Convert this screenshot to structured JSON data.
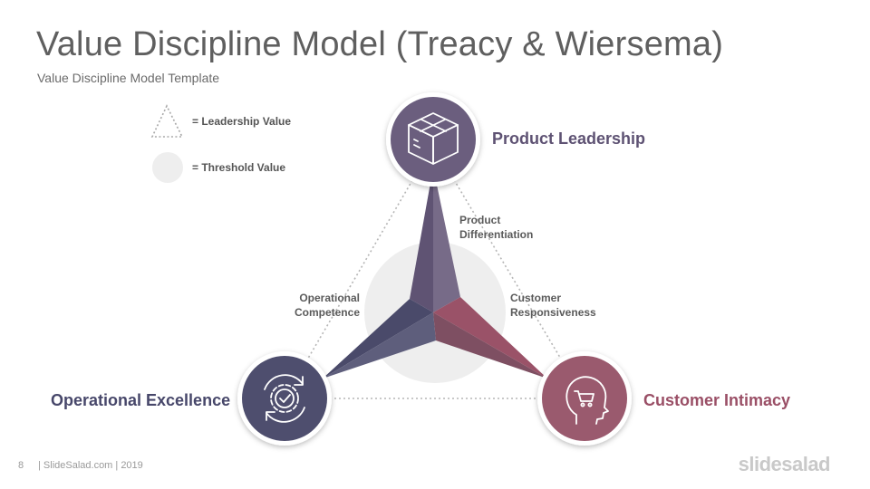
{
  "slide": {
    "title": "Value Discipline Model (Treacy & Wiersema)",
    "subtitle": "Value Discipline Model Template",
    "page_number": "8",
    "footer": "| SlideSalad.com | 2019",
    "logo": "slidesalad"
  },
  "legend": [
    {
      "shape": "dotted-triangle",
      "label": "= Leadership Value"
    },
    {
      "shape": "grey-circle",
      "label": "= Threshold  Value"
    }
  ],
  "nodes": {
    "product_leadership": {
      "label": "Product Leadership",
      "icon": "box-icon",
      "color": "#6b5e7e"
    },
    "operational_excellence": {
      "label": "Operational Excellence",
      "icon": "gear-check-icon",
      "color": "#4e4e6e"
    },
    "customer_intimacy": {
      "label": "Customer Intimacy",
      "icon": "head-cart-icon",
      "color": "#9a5a6e"
    }
  },
  "edges": {
    "product_differentiation": {
      "line1": "Product",
      "line2": "Differentiation"
    },
    "operational_competence": {
      "line1": "Operational",
      "line2": "Competence"
    },
    "customer_responsiveness": {
      "line1": "Customer",
      "line2": "Responsiveness"
    }
  },
  "colors": {
    "title": "#5f5f5f",
    "product_leadership_text": "#5e5273",
    "operational_excellence_text": "#47476a",
    "customer_intimacy_text": "#9a4f66",
    "threshold_circle": "#eeeeee"
  }
}
